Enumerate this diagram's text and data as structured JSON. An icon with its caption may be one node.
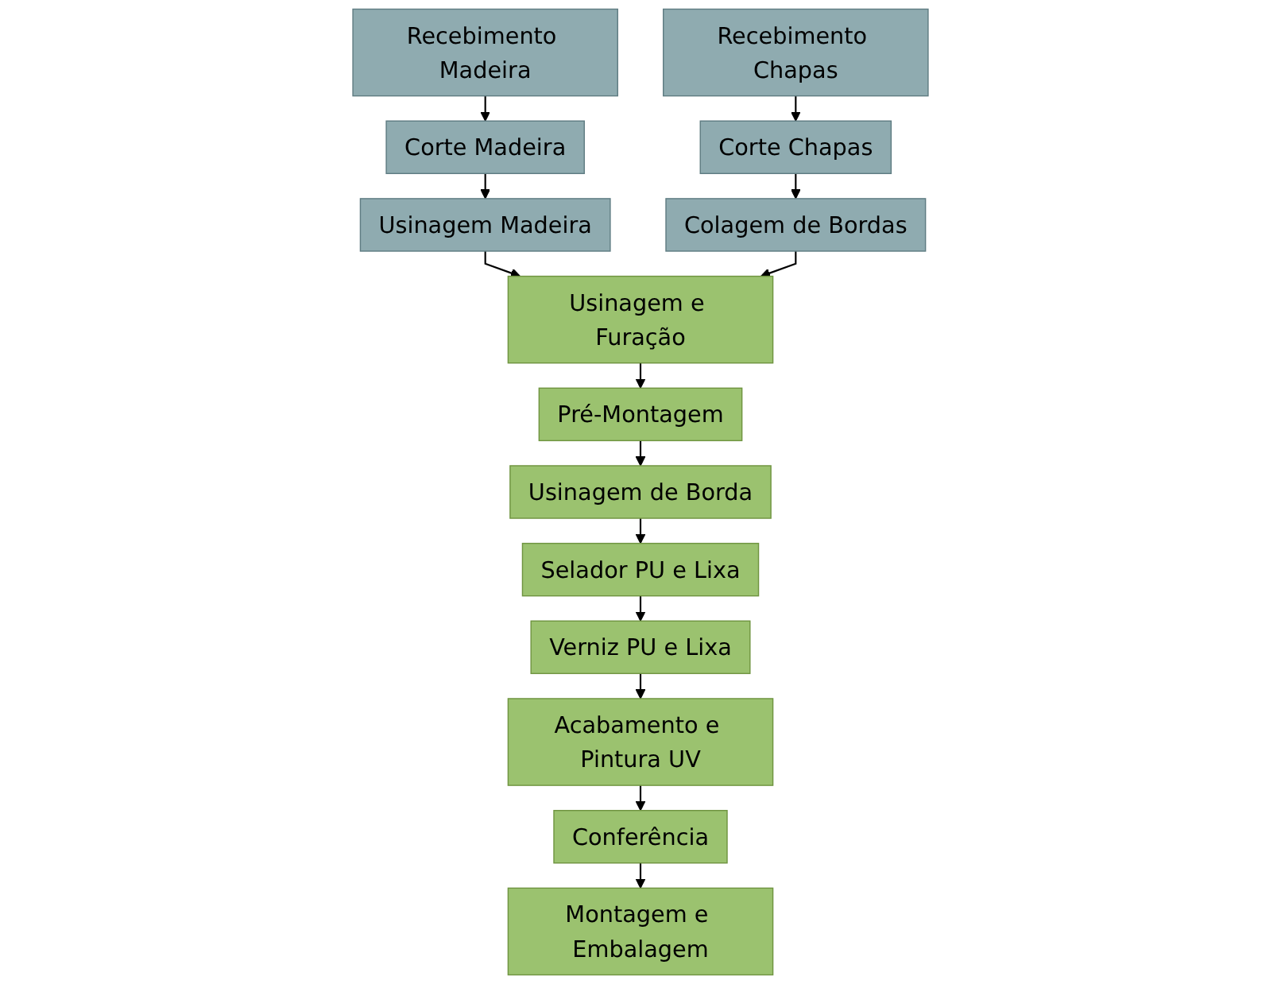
{
  "diagram": {
    "nodes": [
      {
        "text": [
          "Recebimento Madeira"
        ]
      },
      {
        "text": [
          "Corte Madeira"
        ]
      },
      {
        "text": [
          "Usinagem Madeira"
        ]
      },
      {
        "text": [
          "Recebimento Chapas"
        ]
      },
      {
        "text": [
          "Corte Chapas"
        ]
      },
      {
        "text": [
          "Colagem de Bordas"
        ]
      },
      {
        "text": [
          "Usinagem e Furação"
        ]
      },
      {
        "text": [
          "Pré-Montagem"
        ]
      },
      {
        "text": [
          "Usinagem de Borda"
        ]
      },
      {
        "text": [
          "Selador PU e Lixa"
        ]
      },
      {
        "text": [
          "Verniz PU e Lixa"
        ]
      },
      {
        "text": [
          "Acabamento e Pintura UV"
        ]
      },
      {
        "text": [
          "Conferência"
        ]
      },
      {
        "text": [
          "Montagem e Embalagem"
        ]
      }
    ],
    "edges": [
      {
        "from": 0,
        "to": 1,
        "arrow": "to"
      },
      {
        "from": 1,
        "to": 2,
        "arrow": "to"
      },
      {
        "from": 3,
        "to": 4,
        "arrow": "to"
      },
      {
        "from": 4,
        "to": 5,
        "arrow": "to"
      },
      {
        "from": 2,
        "to": 6,
        "arrow": "to"
      },
      {
        "from": 5,
        "to": 6,
        "arrow": "to"
      },
      {
        "from": 6,
        "to": 7,
        "arrow": "to"
      },
      {
        "from": 7,
        "to": 8,
        "arrow": "to"
      },
      {
        "from": 8,
        "to": 9,
        "arrow": "to"
      },
      {
        "from": 9,
        "to": 10,
        "arrow": "to"
      },
      {
        "from": 10,
        "to": 11,
        "arrow": "to"
      },
      {
        "from": 11,
        "to": 12,
        "arrow": "to"
      },
      {
        "from": 12,
        "to": 13,
        "arrow": "to"
      }
    ]
  }
}
